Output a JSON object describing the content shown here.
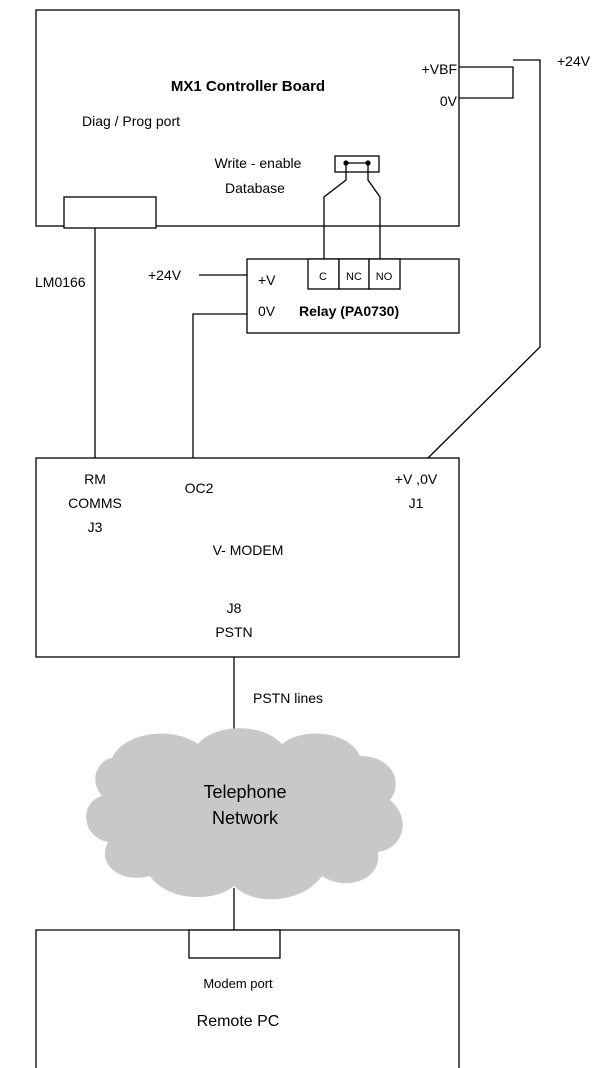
{
  "controller": {
    "title": "MX1  Controller Board",
    "vbf_label": "+VBF",
    "zero_v_label": "0V",
    "diag_port_label": "Diag / Prog port",
    "write_enable_label": "Write - enable",
    "database_label": "Database"
  },
  "supply": {
    "right_24v_label": "+24V",
    "left_24v_label": "+24V"
  },
  "cable_label": "LM0166",
  "relay": {
    "title": "Relay (PA0730)",
    "plus_v_label": "+V",
    "zero_v_label": "0V",
    "terminals": [
      "C",
      "NC",
      "NO"
    ]
  },
  "modem": {
    "title": "V- MODEM",
    "rm_label": "RM",
    "comms_label": "COMMS",
    "j3_label": "J3",
    "oc2_label": "OC2",
    "power_label": "+V ,0V",
    "j1_label": "J1",
    "j8_label": "J8",
    "pstn_label": "PSTN"
  },
  "pstn_lines_label": "PSTN lines",
  "network": {
    "line1": "Telephone",
    "line2": "Network",
    "fill_color": "#c8c8c8"
  },
  "remote_pc": {
    "modem_port_label": "Modem port",
    "title": "Remote PC"
  }
}
